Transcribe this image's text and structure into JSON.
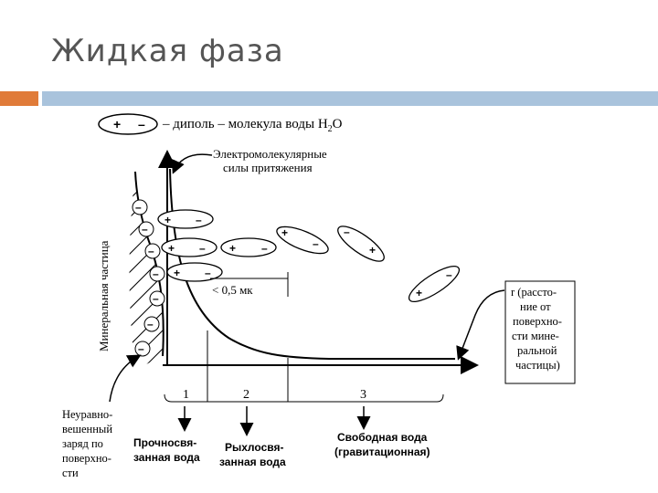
{
  "slide": {
    "title": "Жидкая фаза"
  },
  "legend": {
    "plus": "+",
    "minus": "–",
    "text_prefix": "– диполь – молекула воды H",
    "sub": "2",
    "text_suffix": "O"
  },
  "labels": {
    "electro_line1": "Электромолекулярные",
    "electro_line2": "силы притяжения",
    "mineral_particle": "Минеральная частица",
    "distance": "< 0,5 мк",
    "r_line1": "r (рассто-",
    "r_line2": "ние от",
    "r_line3": "поверхно-",
    "r_line4": "сти мине-",
    "r_line5": "ральной",
    "r_line6": "частицы)",
    "unbalanced_line1": "Неуравно-",
    "unbalanced_line2": "вешенный",
    "unbalanced_line3": "заряд по",
    "unbalanced_line4": "поверхно-",
    "unbalanced_line5": "сти",
    "zone1": "1",
    "zone2": "2",
    "zone3": "3",
    "strong_line1": "Прочносвя-",
    "strong_line2": "занная вода",
    "loose_line1": "Рыхлосвя-",
    "loose_line2": "занная вода",
    "free_line1": "Свободная вода",
    "free_line2": "(гравитационная)"
  },
  "colors": {
    "accent_orange": "#e07b39",
    "accent_blue": "#a9c3dc",
    "title": "#555555"
  }
}
